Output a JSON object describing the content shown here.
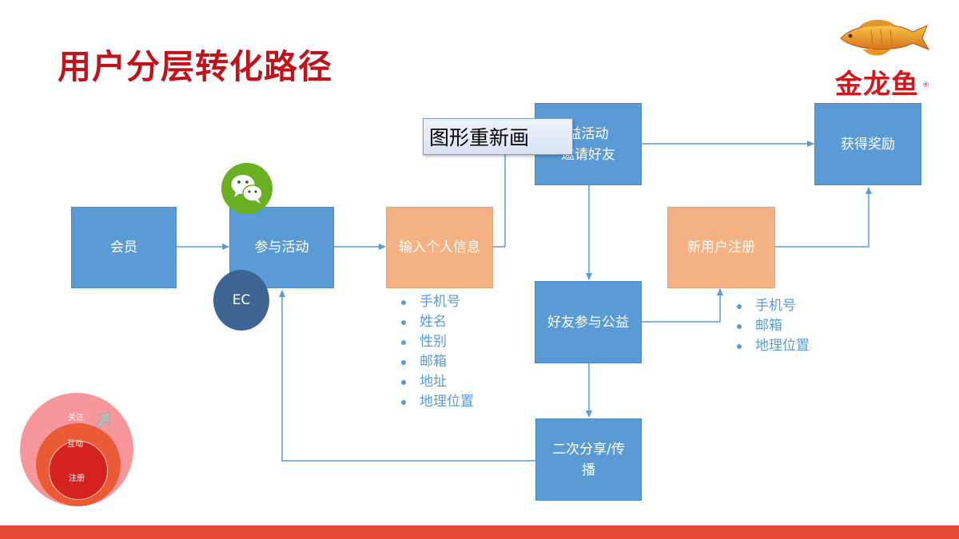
{
  "title": "用户分层转化路径",
  "logo": {
    "brand": "金龙鱼",
    "reg_mark": "®"
  },
  "nodes": {
    "member": "会员",
    "join_activity": "参与活动",
    "input_info": "输入个人信息",
    "charity_invite": "益活动\n邀请好友",
    "friend_join": "好友参与公益",
    "second_share": "二次分享/传\n播",
    "new_user_register": "新用户注册",
    "get_reward": "获得奖励"
  },
  "badges": {
    "ec": "EC"
  },
  "info_fields": [
    "手机号",
    "姓名",
    "性别",
    "邮箱",
    "地址",
    "地理位置"
  ],
  "register_fields": [
    "手机号",
    "邮箱",
    "地理位置"
  ],
  "tooltip": "图形重新画",
  "funnel": {
    "outer": "关注",
    "middle": "互动",
    "inner": "注册"
  },
  "colors": {
    "title": "#c0141c",
    "box_blue": "#5b9bd5",
    "box_orange": "#f4b183",
    "connector": "#5b9bd5",
    "bottom_bar": "#e64a34"
  }
}
